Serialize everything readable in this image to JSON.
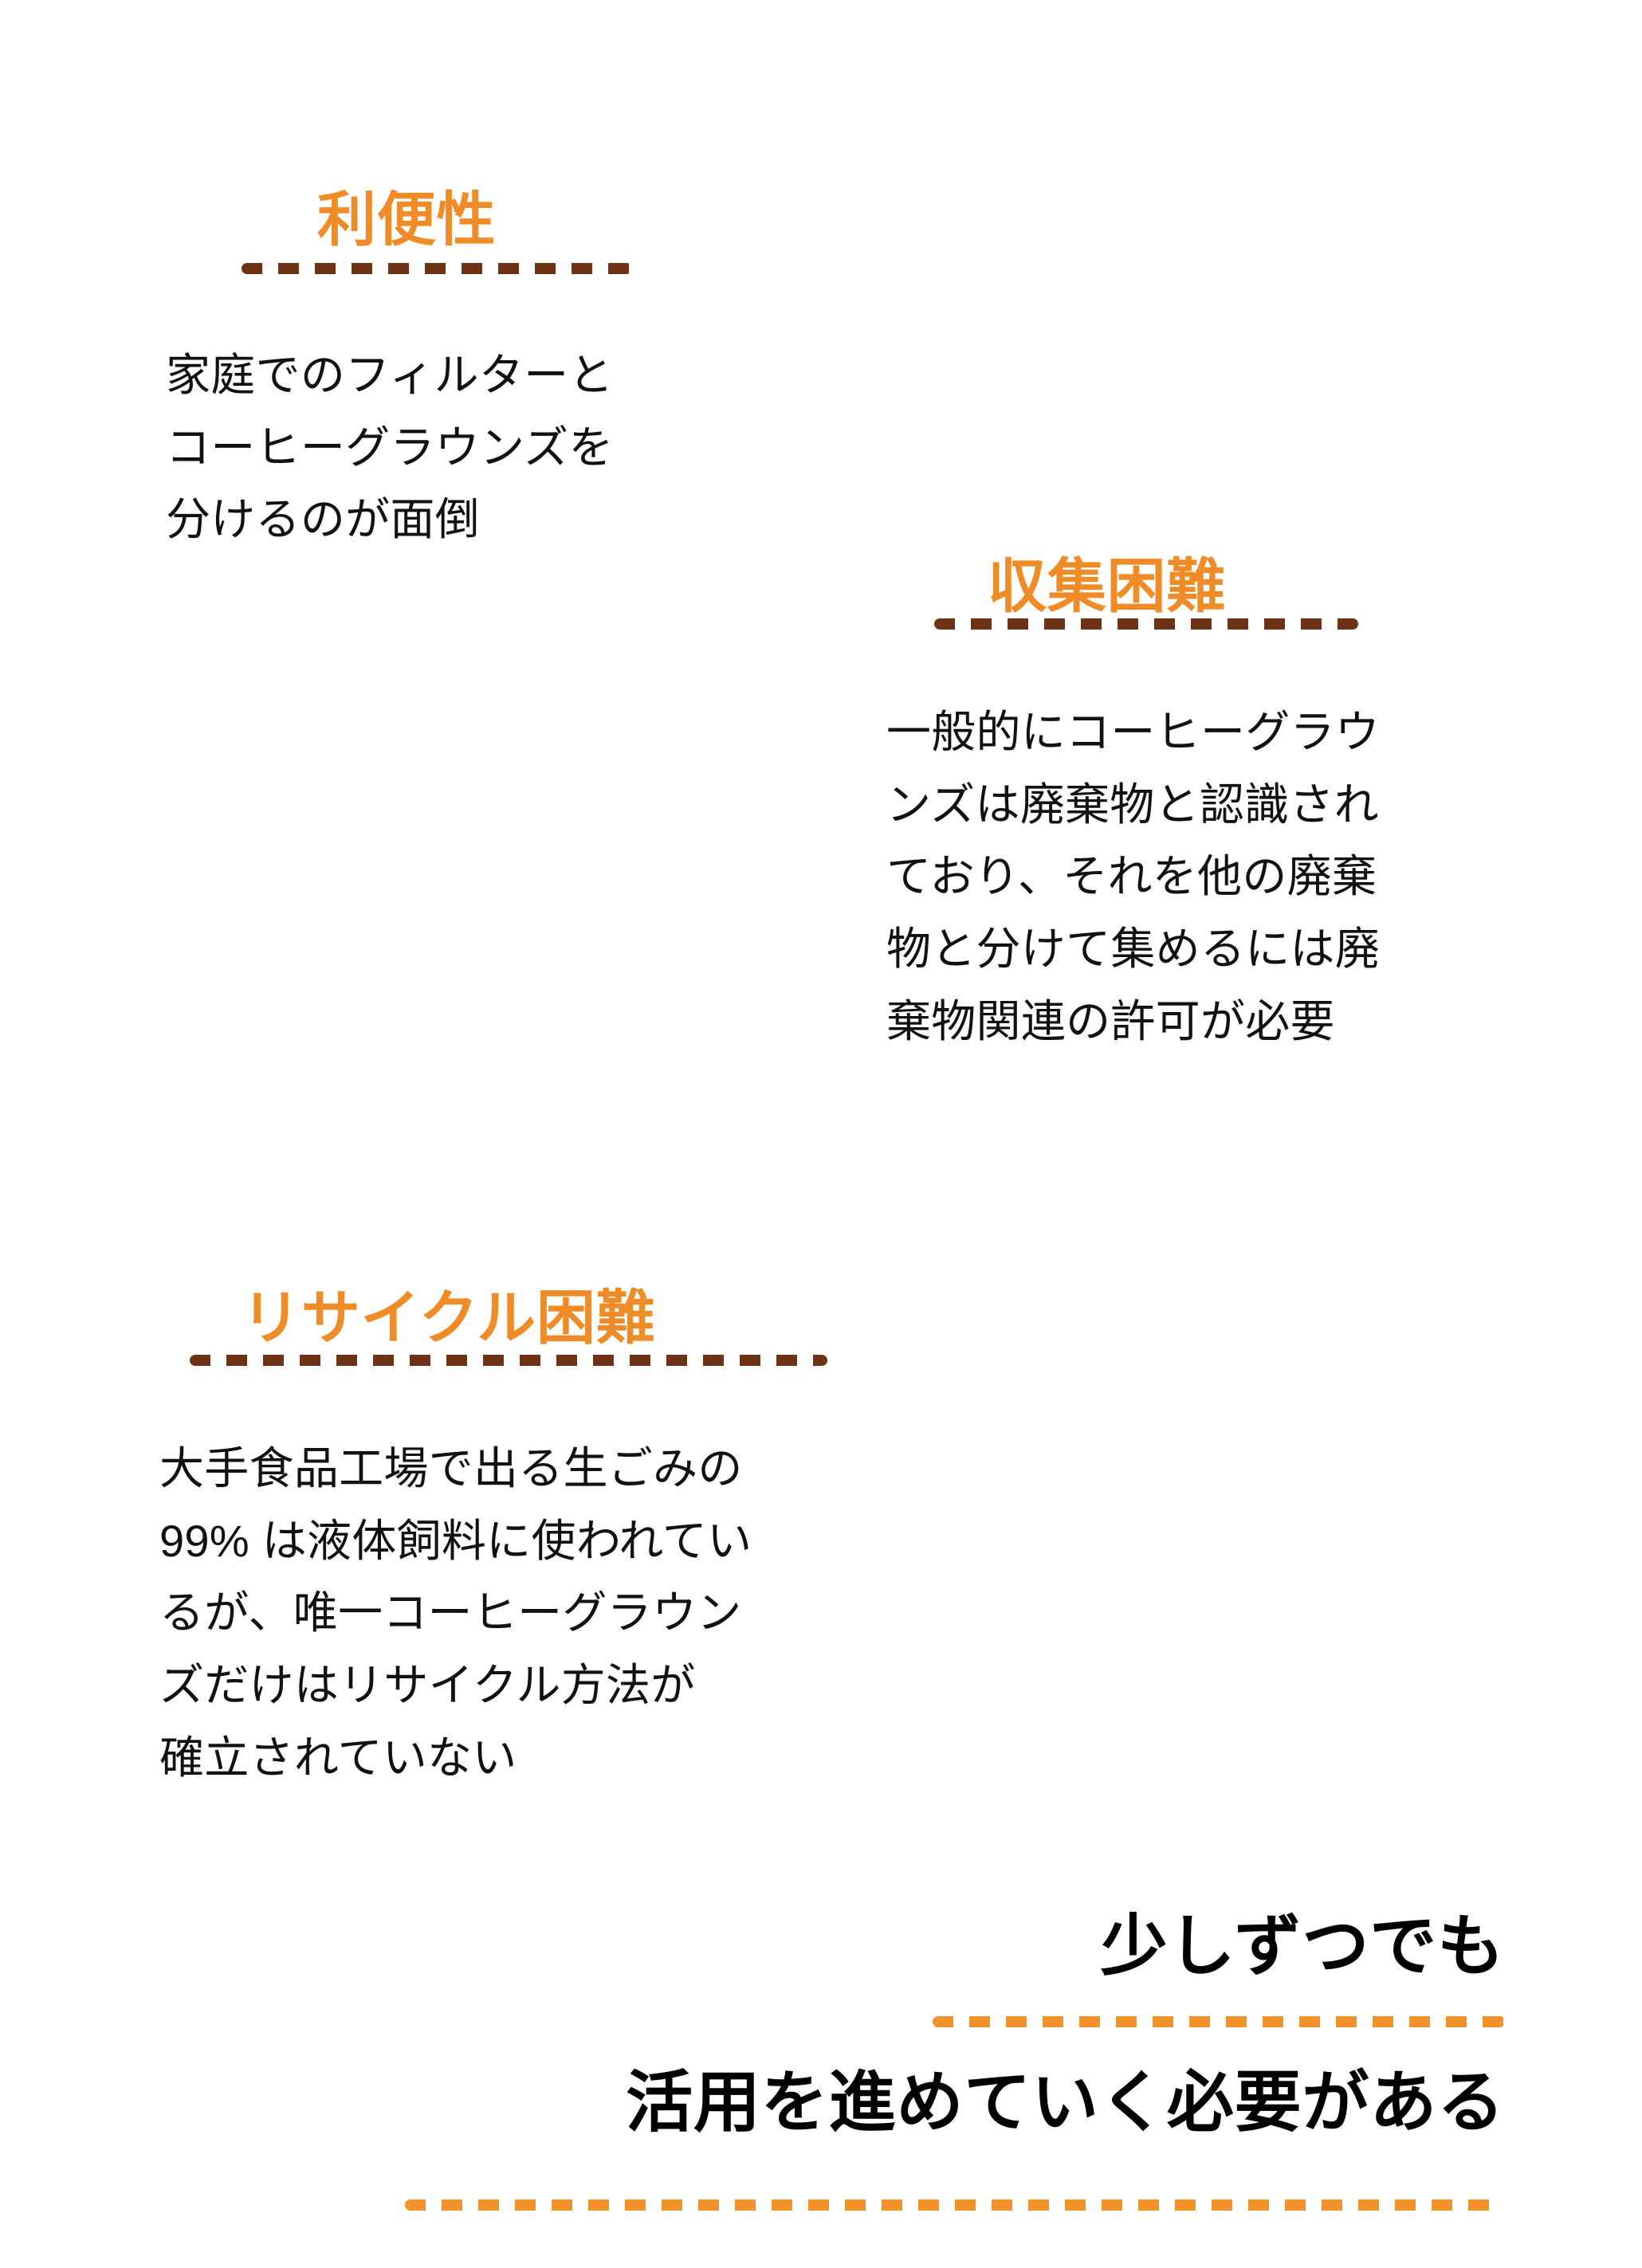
{
  "page": {
    "background_color": "#FFFFFF",
    "accent_orange": "#F08C28",
    "rule_brown": "#6E3317",
    "rule_orange": "#F2922A",
    "body_color": "#111111"
  },
  "blocks": [
    {
      "id": "convenience",
      "heading": "利便性",
      "body": "家庭でのフィルターと\nコーヒーグラウンズを\n分けるのが面倒"
    },
    {
      "id": "collection",
      "heading": "収集困難",
      "body": "一般的にコーヒーグラウ\nンズは廃棄物と認識され\nており、それを他の廃棄\n物と分けて集めるには廃\n棄物関連の許可が必要"
    },
    {
      "id": "recycling",
      "heading": "リサイクル困難",
      "body": "大手食品工場で出る生ごみの\n99% は液体飼料に使われてい\nるが、唯一コーヒーグラウン\nズだけはリサイクル方法が\n確立されていない"
    }
  ],
  "conclusion": {
    "line1": "少しずつでも",
    "line2": "活用を進めていく必要がある"
  }
}
